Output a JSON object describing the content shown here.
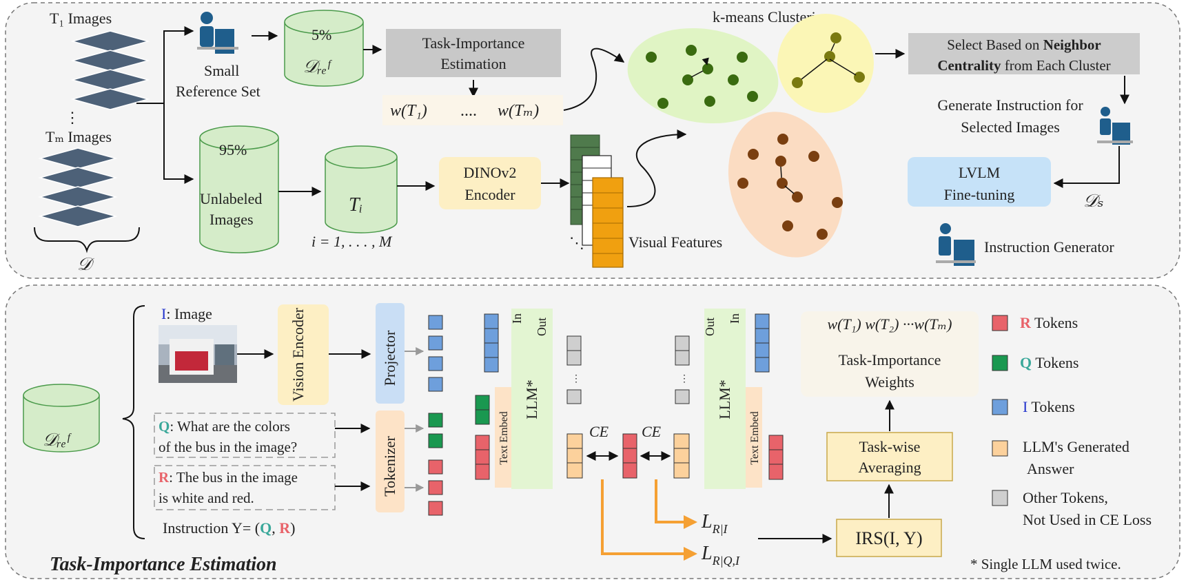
{
  "top": {
    "t1_images": "T₁ Images",
    "tm_images": "Tₘ Images",
    "dataset": "𝒟",
    "small_ref_1": "Small",
    "small_ref_2": "Reference Set",
    "pct_ref": "5%",
    "ref_label": "𝒟ᵣₑᶠ",
    "pct_unlabeled": "95%",
    "unlabeled_1": "Unlabeled",
    "unlabeled_2": "Images",
    "ti": "Tᵢ",
    "i_range": "i = 1, . . . , M",
    "tie_1": "Task-Importance",
    "tie_2": "Estimation",
    "w_t1": "w(T₁)",
    "w_dots": "....",
    "w_tm": "w(Tₘ)",
    "dino_1": "DINOv2",
    "dino_2": "Encoder",
    "visual_features": "Visual Features",
    "kmeans": "k-means Clustering",
    "select_1a": "Select Based on ",
    "select_1b": "Neighbor",
    "select_2a": "Centrality",
    "select_2b": " from Each Cluster",
    "gen_1": "Generate Instruction for",
    "gen_2": "Selected Images",
    "lvlm_1": "LVLM",
    "lvlm_2": "Fine-tuning",
    "ds": "𝒟ₛ",
    "instr_gen": "Instruction Generator"
  },
  "bottom": {
    "title": "Task-Importance Estimation",
    "d_ref": "𝒟ᵣₑᶠ",
    "i_letter": "I",
    "i_label": ": Image",
    "vision_encoder": "Vision Encoder",
    "projector": "Projector",
    "tokenizer": "Tokenizer",
    "q_letter": "Q",
    "q_text_1": ": What are the colors",
    "q_text_2": "of the bus in the image?",
    "r_letter": "R",
    "r_text_1": ": The bus in the image",
    "r_text_2": "is white and red.",
    "instr_a": "Instruction Y= (",
    "instr_q": "Q",
    "instr_comma": ", ",
    "instr_r": "R",
    "instr_b": ")",
    "llm": "LLM*",
    "in": "In",
    "out": "Out",
    "text_embed": "Text Embed",
    "ce": "CE",
    "l_ri": "L R|I",
    "l_rqi": "L R|Q,I",
    "irs": "IRS(I, Y)",
    "tw_1": "Task-wise",
    "tw_2": "Averaging",
    "tiw_1": "Task-Importance",
    "tiw_2": "Weights",
    "weights_row": "w(T₁) w(T₂) ···w(Tₘ)",
    "leg_r_letter": "R",
    "leg_r": " Tokens",
    "leg_q_letter": "Q",
    "leg_q": " Tokens",
    "leg_i_letter": "I",
    "leg_i": " Tokens",
    "leg_gen_1": "LLM's Generated",
    "leg_gen_2": "Answer",
    "leg_other_1": "Other Tokens,",
    "leg_other_2": "Not Used in CE Loss",
    "footnote": "* Single LLM used twice."
  },
  "colors": {
    "r_token": "#e8636a",
    "q_token": "#1a9850",
    "i_token": "#6e9fdc",
    "gen_token": "#fcd19c",
    "other_token": "#cfcfcf",
    "cyl_green": "#d5ecc9",
    "orange_arrow": "#f5a033"
  }
}
